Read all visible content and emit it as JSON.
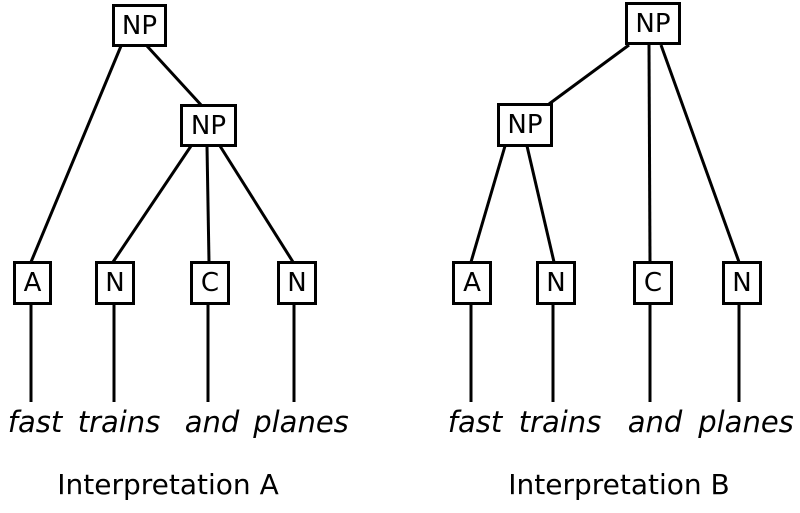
{
  "trees": [
    {
      "caption": "Interpretation A",
      "root_label": "NP",
      "inner_label": "NP",
      "leaves": [
        {
          "pos": "A",
          "word": "fast"
        },
        {
          "pos": "N",
          "word": "trains"
        },
        {
          "pos": "C",
          "word": "and"
        },
        {
          "pos": "N",
          "word": "planes"
        }
      ]
    },
    {
      "caption": "Interpretation B",
      "root_label": "NP",
      "inner_label": "NP",
      "leaves": [
        {
          "pos": "A",
          "word": "fast"
        },
        {
          "pos": "N",
          "word": "trains"
        },
        {
          "pos": "C",
          "word": "and"
        },
        {
          "pos": "N",
          "word": "planes"
        }
      ]
    }
  ],
  "colors": {
    "line": "#000000",
    "text": "#000000",
    "background": "#ffffff"
  }
}
